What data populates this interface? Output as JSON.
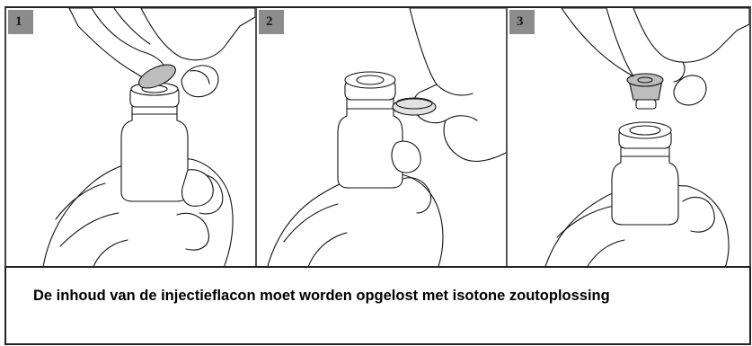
{
  "panels": [
    {
      "number": "1"
    },
    {
      "number": "2"
    },
    {
      "number": "3"
    }
  ],
  "caption": {
    "text": "De inhoud van de injectieflacon moet worden opgelost met isotone zoutoplossing"
  }
}
